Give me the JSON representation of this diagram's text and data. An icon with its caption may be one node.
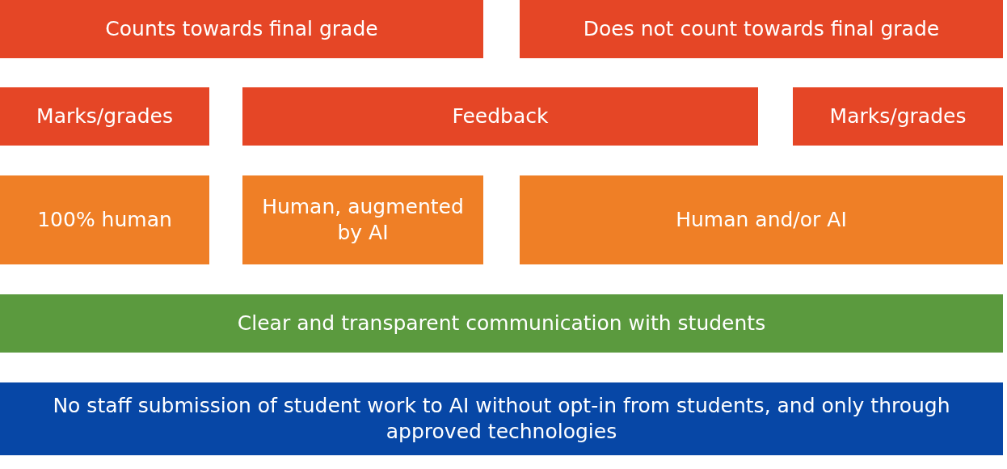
{
  "diagram": {
    "nodes": [
      {
        "text": [
          "Counts towards final grade"
        ]
      },
      {
        "text": [
          "Does not count towards final grade"
        ]
      },
      {
        "text": [
          "Marks/grades"
        ]
      },
      {
        "text": [
          "Feedback"
        ]
      },
      {
        "text": [
          "Marks/grades"
        ]
      },
      {
        "text": [
          "100% human"
        ]
      },
      {
        "text": [
          "Human, augmented by AI"
        ]
      },
      {
        "text": [
          "Human and/or AI"
        ]
      },
      {
        "text": [
          "Clear and transparent communication with students"
        ]
      },
      {
        "text": [
          "No staff submission of student work to AI without opt-in from students, and only through approved technologies"
        ]
      }
    ]
  }
}
